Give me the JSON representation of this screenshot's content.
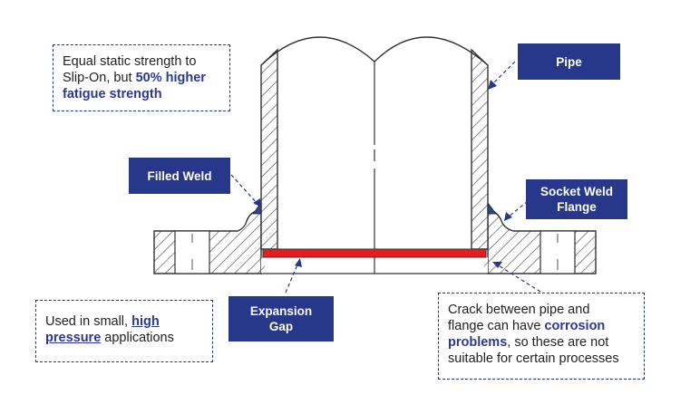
{
  "labels": {
    "pipe": "Pipe",
    "filled_weld": "Filled Weld",
    "socket_weld_flange": [
      "Socket Weld",
      "Flange"
    ],
    "expansion_gap": [
      "Expansion",
      "Gap"
    ]
  },
  "notes": {
    "top_left": {
      "line1": "Equal static strength to",
      "line2_plain": "Slip-On, but ",
      "line2_highlight": "50% higher",
      "line3_highlight": "fatigue strength"
    },
    "bottom_left": {
      "line1_plain": "Used in small, ",
      "line1_highlight": "high",
      "line2_highlight": "pressure",
      "line2_plain": " applications"
    },
    "bottom_right": {
      "line1": "Crack between pipe and",
      "line2_plain": "flange can have ",
      "line2_highlight": "corrosion",
      "line3_highlight": "problems",
      "line3_plain": ", so these are not",
      "line4": "suitable for certain processes"
    }
  },
  "colors": {
    "label_bg": "#27388a",
    "highlight_text": "#2b3990",
    "gap_red": "#e02020",
    "drawing_line": "#333333"
  }
}
